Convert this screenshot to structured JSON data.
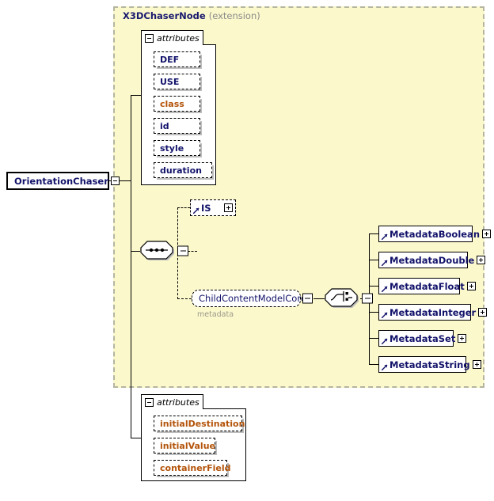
{
  "diagram": {
    "root_node": {
      "label": "OrientationChaser",
      "toggle": "minus"
    },
    "extension": {
      "type_name": "X3DChaserNode",
      "qualifier": "(extension)"
    },
    "inherited_attributes": {
      "header": "attributes",
      "toggle": "minus",
      "items": [
        {
          "name": "DEF",
          "required": false
        },
        {
          "name": "USE",
          "required": false
        },
        {
          "name": "class",
          "required": true
        },
        {
          "name": "id",
          "required": false
        },
        {
          "name": "style",
          "required": false
        },
        {
          "name": "duration",
          "required": false
        }
      ]
    },
    "own_attributes": {
      "header": "attributes",
      "toggle": "minus",
      "items": [
        {
          "name": "initialDestination",
          "required": true
        },
        {
          "name": "initialValue",
          "required": true
        },
        {
          "name": "containerField",
          "required": true
        }
      ]
    },
    "sequence_compositor": {
      "icon": "sequence-icon",
      "toggle": "minus"
    },
    "choice_compositor": {
      "icon": "choice-icon",
      "toggle": "minus"
    },
    "is_element": {
      "label": "IS",
      "toggle": "plus",
      "optional": true
    },
    "content_group": {
      "label": "ChildContentModelCore",
      "sublabel": "metadata",
      "toggle": "minus"
    },
    "metadata_children": [
      {
        "label": "MetadataBoolean",
        "toggle": "plus"
      },
      {
        "label": "MetadataDouble",
        "toggle": "plus"
      },
      {
        "label": "MetadataFloat",
        "toggle": "plus"
      },
      {
        "label": "MetadataInteger",
        "toggle": "plus"
      },
      {
        "label": "MetadataSet",
        "toggle": "plus"
      },
      {
        "label": "MetadataString",
        "toggle": "plus"
      }
    ],
    "colors": {
      "extension_fill": "#fbf8cc",
      "extension_border": "#b5b5a0",
      "element_text": "#13136b",
      "required_attribute_text": "#b4540a",
      "muted_text": "#9a9a8a",
      "shadow": "#bdbdbd"
    }
  }
}
